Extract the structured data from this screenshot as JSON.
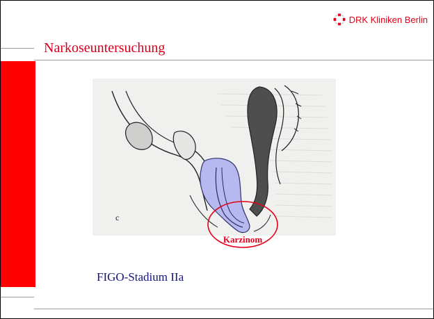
{
  "header": {
    "logo_text": "DRK Kliniken Berlin",
    "logo_icon": "drk-cross-logo-icon",
    "brand_color": "#e2001a"
  },
  "slide": {
    "title": "Narkoseuntersuchung",
    "figure_letter": "c",
    "callout_label": "Karzinom",
    "caption": "FIGO-Stadium IIa"
  },
  "colors": {
    "accent_bar": "#ff0000",
    "title": "#d5001c",
    "caption": "#14147a",
    "highlight": "#b6b8f0"
  }
}
